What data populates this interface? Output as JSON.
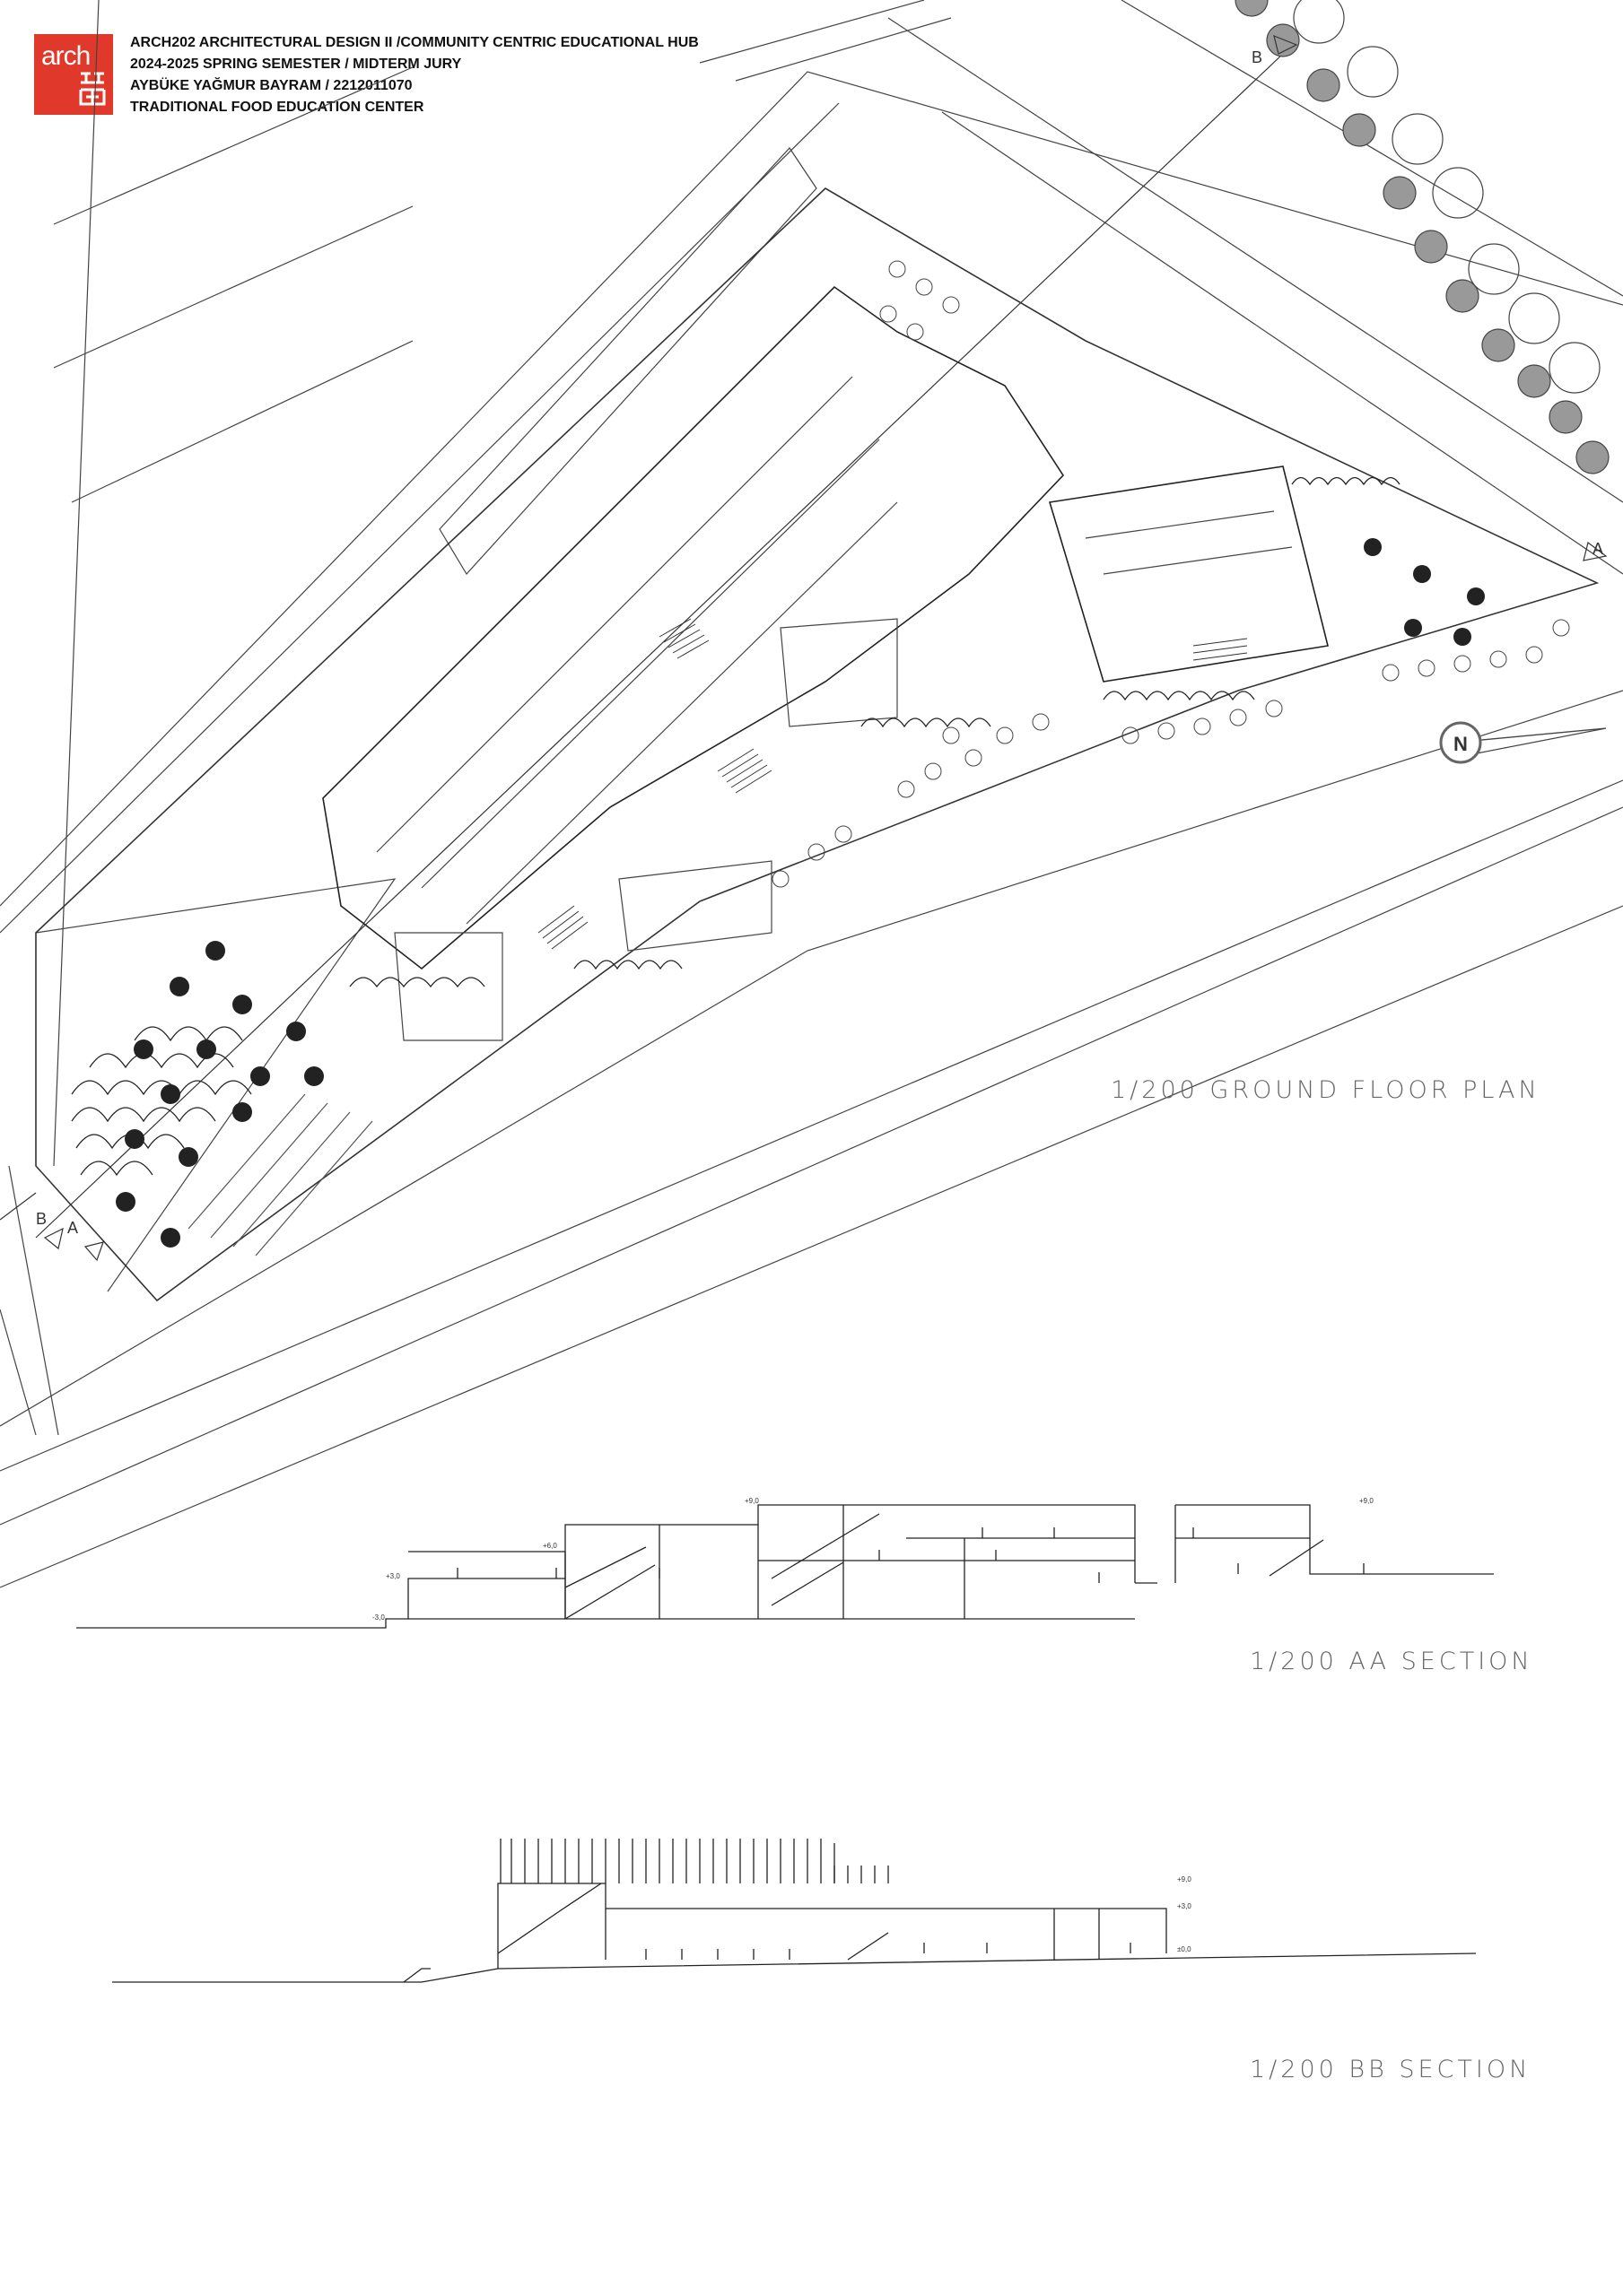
{
  "logo": {
    "text": "arch",
    "color": "#e0392b"
  },
  "header": {
    "line1": "ARCH202 ARCHITECTURAL DESIGN II /COMMUNITY CENTRIC EDUCATIONAL HUB",
    "line2": "2024-2025 SPRING SEMESTER / MIDTERM JURY",
    "line3": "AYBÜKE YAĞMUR BAYRAM / 2212011070",
    "line4": "TRADITIONAL FOOD EDUCATION CENTER"
  },
  "drawings": {
    "plan_caption": "1/200 GROUND FLOOR PLAN",
    "aa_caption": "1/200 AA SECTION",
    "bb_caption": "1/200 BB SECTION"
  },
  "north_arrow": {
    "label": "N"
  },
  "section_markers": {
    "a": "A",
    "b": "B"
  },
  "levels": {
    "l1": "+9,0",
    "l2": "+6,0",
    "l3": "+3,0",
    "l4": "±0,0",
    "l5": "-3,0"
  }
}
